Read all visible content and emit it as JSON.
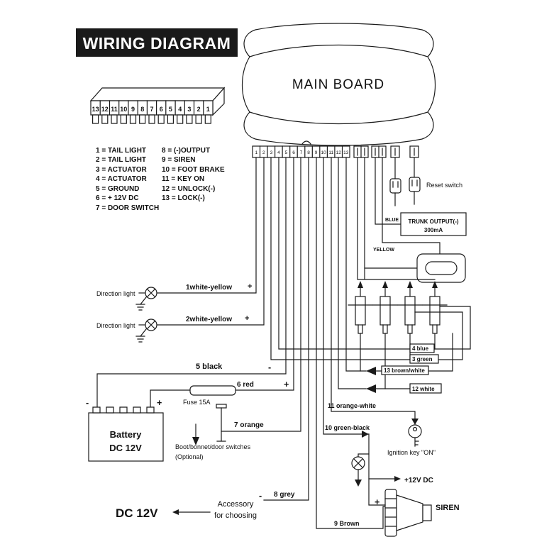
{
  "title": "WIRING DIAGRAM",
  "main_board": "MAIN BOARD",
  "block_pins": [
    "13",
    "12",
    "11",
    "10",
    "9",
    "8",
    "7",
    "6",
    "5",
    "4",
    "3",
    "2",
    "1"
  ],
  "strip_pins": [
    "1",
    "2",
    "3",
    "4",
    "5",
    "6",
    "7",
    "8",
    "9",
    "10",
    "11",
    "12",
    "13"
  ],
  "legend_col1": [
    "1 = TAIL LIGHT",
    "2 = TAIL LIGHT",
    "3 = ACTUATOR",
    "4 = ACTUATOR",
    "5 = GROUND",
    "6 = + 12V DC",
    "7 = DOOR SWITCH"
  ],
  "legend_col2": [
    "8 = (-)OUTPUT",
    "9 = SIREN",
    "10 = FOOT BRAKE",
    "11 = KEY ON",
    "12 = UNLOCK(-)",
    "13 = LOCK(-)"
  ],
  "labels": {
    "direction_light_1": "Direction light",
    "direction_light_2": "Direction light",
    "wire_1": "1white-yellow",
    "wire_2": "2white-yellow",
    "wire_3": "3 green",
    "wire_4": "4 blue",
    "wire_5": "5 black",
    "wire_6": "6 red",
    "wire_7": "7 orange",
    "wire_8": "8 grey",
    "wire_9": "9 Brown",
    "wire_10": "10 green-black",
    "wire_11": "11 orange-white",
    "wire_12": "12 white",
    "wire_13": "13 brown/white",
    "fuse": "Fuse 15A",
    "boot_switches": "Boot/bonnet/door switches",
    "optional": "(Optional)",
    "battery_1": "Battery",
    "battery_2": "DC 12V",
    "accessory_1": "Accessory",
    "accessory_2": "for choosing",
    "dc_12v": "DC 12V",
    "siren": "SIREN",
    "ignition": "Ignition key  \"ON\"",
    "plus_12v": "+12V DC",
    "reset_switch": "Reset switch",
    "trunk_1": "TRUNK OUTPUT(-)",
    "trunk_2": "300mA",
    "blue": "BLUE",
    "yellow": "YELLOW",
    "plus": "+",
    "minus": "-"
  }
}
